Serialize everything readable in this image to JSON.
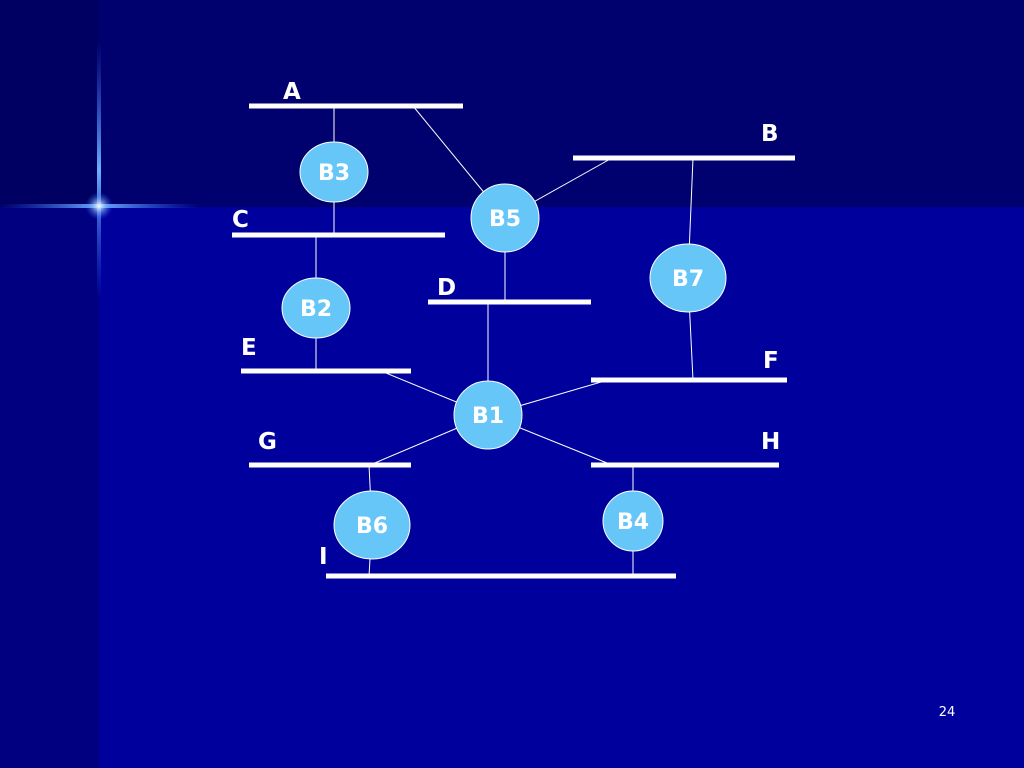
{
  "colors": {
    "background_top": "#00006e",
    "background_main": "#00009c",
    "bridge_fill": "#66c6f8",
    "line": "#ffffff",
    "sparkle": "#5aa0ff"
  },
  "segments": [
    {
      "id": "A",
      "label": "A"
    },
    {
      "id": "B",
      "label": "B"
    },
    {
      "id": "C",
      "label": "C"
    },
    {
      "id": "D",
      "label": "D"
    },
    {
      "id": "E",
      "label": "E"
    },
    {
      "id": "F",
      "label": "F"
    },
    {
      "id": "G",
      "label": "G"
    },
    {
      "id": "H",
      "label": "H"
    },
    {
      "id": "I",
      "label": "I"
    }
  ],
  "bridges": [
    {
      "id": "B1",
      "label": "B1",
      "connects": [
        "D",
        "E",
        "F",
        "G",
        "H"
      ]
    },
    {
      "id": "B2",
      "label": "B2",
      "connects": [
        "C",
        "E"
      ]
    },
    {
      "id": "B3",
      "label": "B3",
      "connects": [
        "A",
        "C"
      ]
    },
    {
      "id": "B4",
      "label": "B4",
      "connects": [
        "H",
        "I"
      ]
    },
    {
      "id": "B5",
      "label": "B5",
      "connects": [
        "A",
        "B",
        "D"
      ]
    },
    {
      "id": "B6",
      "label": "B6",
      "connects": [
        "G",
        "I"
      ]
    },
    {
      "id": "B7",
      "label": "B7",
      "connects": [
        "B",
        "F"
      ]
    }
  ],
  "page_number": "24"
}
